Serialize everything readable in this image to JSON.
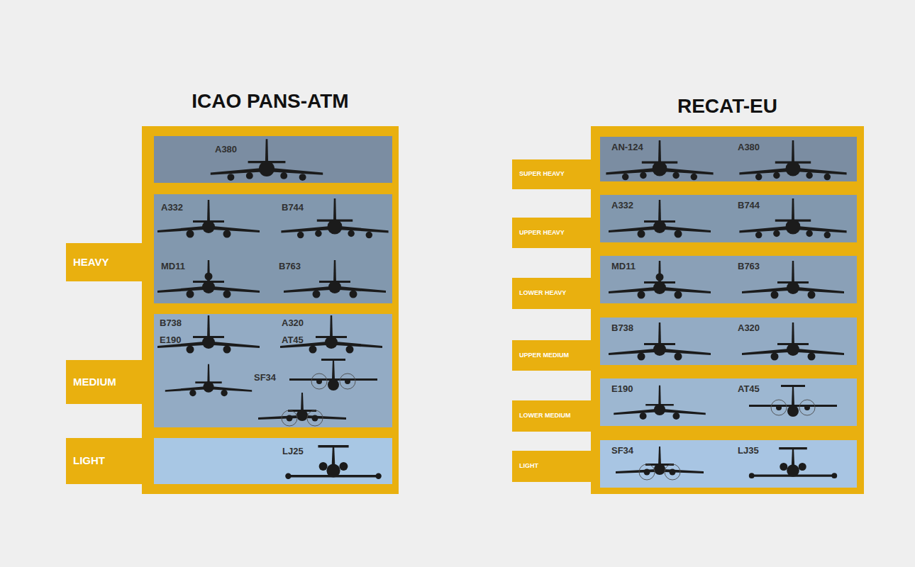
{
  "diagram": {
    "nodes": [
      {
        "text": [
          "ICAO PANS-ATM"
        ]
      },
      {
        "text": [
          "A380"
        ],
        "in": 0
      },
      {
        "text": [
          "HEAVY",
          "A332",
          "B744",
          "MD11",
          "B763"
        ],
        "in": 0
      },
      {
        "text": [
          "MEDIUM",
          "B738",
          "A320",
          "E190",
          "AT45",
          "SF34"
        ],
        "in": 0
      },
      {
        "text": [
          "LIGHT",
          "LJ25"
        ],
        "in": 0
      },
      {
        "text": [
          "RECAT-EU"
        ]
      },
      {
        "text": [
          "SUPER HEAVY",
          "AN-124",
          "A380"
        ],
        "in": 5
      },
      {
        "text": [
          "UPPER HEAVY",
          "A332",
          "B744"
        ],
        "in": 5
      },
      {
        "text": [
          "LOWER HEAVY",
          "MD11",
          "B763"
        ],
        "in": 5
      },
      {
        "text": [
          "UPPER MEDIUM",
          "B738",
          "A320"
        ],
        "in": 5
      },
      {
        "text": [
          "LOWER MEDIUM",
          "E190",
          "AT45"
        ],
        "in": 5
      },
      {
        "text": [
          "LIGHT",
          "SF34",
          "LJ35"
        ],
        "in": 5
      }
    ]
  }
}
